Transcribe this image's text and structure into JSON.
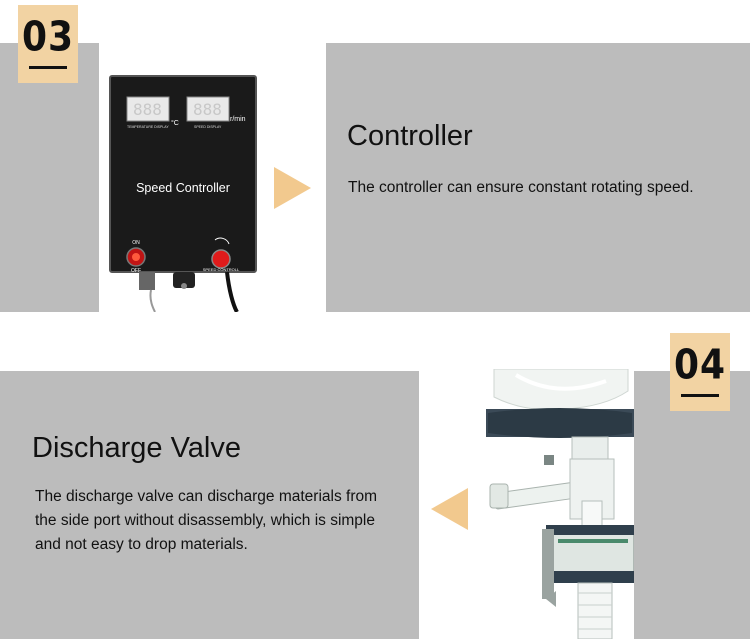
{
  "section_03": {
    "number": "03",
    "title": "Controller",
    "description": "The controller can ensure constant rotating speed.",
    "device": {
      "label": "Speed Controller",
      "temp_unit": "°C",
      "speed_unit": "r/min",
      "temp_display_caption": "TEMPERATURE DISPLAY",
      "speed_display_caption": "SPEED DISPLAY",
      "switch_on": "ON",
      "switch_off": "OFF",
      "knob_caption": "SPEED CONTROLL"
    }
  },
  "section_04": {
    "number": "04",
    "title": "Discharge Valve",
    "description": "The discharge valve can discharge materials from the side port without disassembly, which is simple and not easy to drop materials."
  },
  "colors": {
    "panel_gray": "#bcbcbc",
    "badge_tan": "#f2d3a3",
    "arrow_tan": "#f2c98e"
  }
}
